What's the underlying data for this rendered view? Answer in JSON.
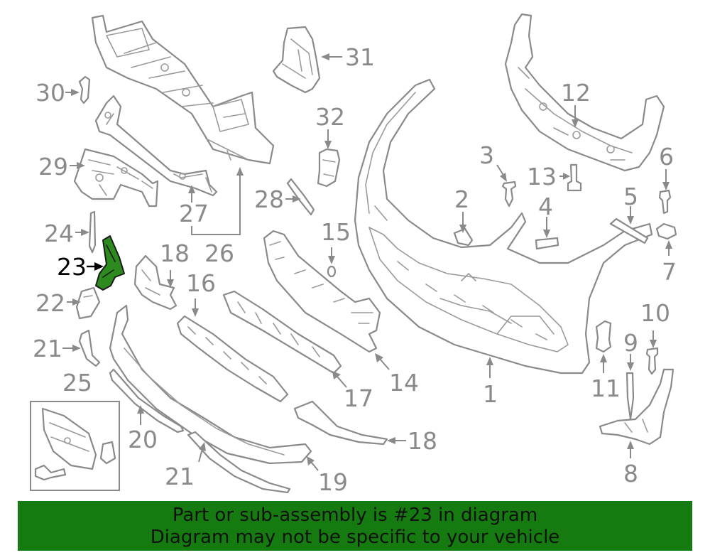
{
  "labels": {
    "p1": "1",
    "p2": "2",
    "p3": "3",
    "p4": "4",
    "p5": "5",
    "p6": "6",
    "p7": "7",
    "p8": "8",
    "p9": "9",
    "p10": "10",
    "p11": "11",
    "p12": "12",
    "p13": "13",
    "p14": "14",
    "p15": "15",
    "p16": "16",
    "p17": "17",
    "p18a": "18",
    "p18b": "18",
    "p19": "19",
    "p20": "20",
    "p21a": "21",
    "p21b": "21",
    "p22": "22",
    "p23": "23",
    "p24": "24",
    "p25": "25",
    "p26": "26",
    "p27": "27",
    "p28": "28",
    "p29": "29",
    "p30": "30",
    "p31": "31",
    "p32": "32"
  },
  "highlight": {
    "part": "23",
    "color": "#2d8a1f"
  },
  "banner": {
    "line1": "Part or sub-assembly is #23 in diagram",
    "line2": "Diagram may not be specific to your vehicle",
    "background": "#157a0f"
  }
}
